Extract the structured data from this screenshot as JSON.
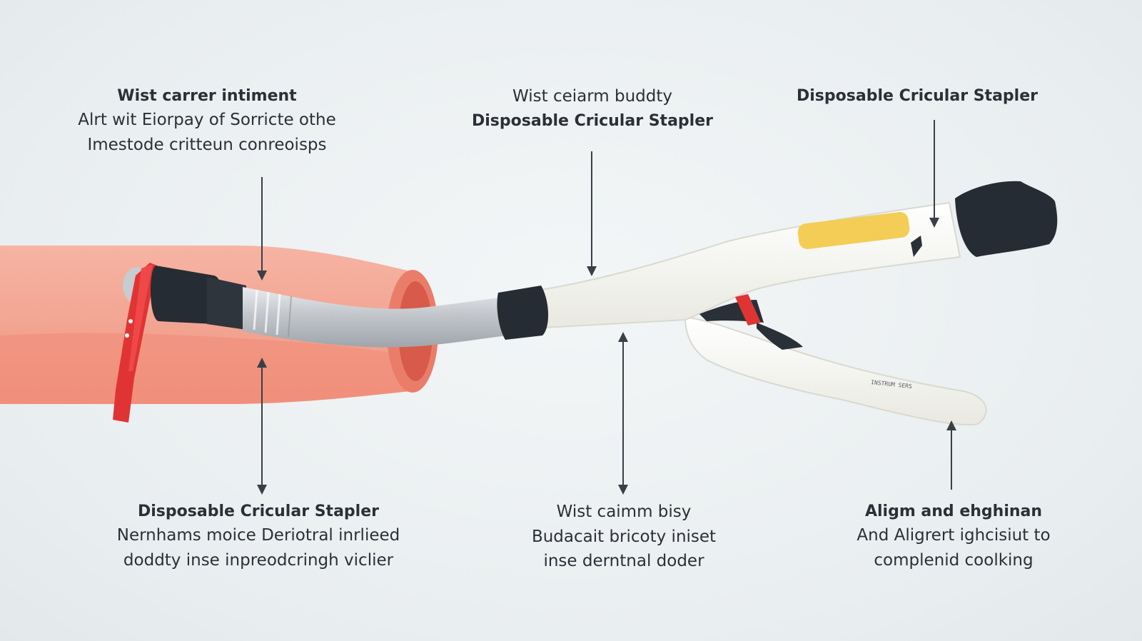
{
  "labels": {
    "top_left": {
      "title": "Wist carrer intiment",
      "line1": "Alrt wit Eiorpay of Sorricte othe",
      "line2": "Imestode critteun conreoisps"
    },
    "top_center": {
      "title": "Wist ceiarm buddty",
      "line1": "Disposable Cricular Stapler"
    },
    "top_right": {
      "title": "Disposable Cricular Stapler"
    },
    "bottom_left": {
      "title": "Disposable Cricular Stapler",
      "line1": "Nernhams moice Deriotral inrlieed",
      "line2": "doddty inse inpreodcringh viclier"
    },
    "bottom_center": {
      "title": "Wist caimm bisy",
      "line1": "Budacait bricoty iniset",
      "line2": "inse derntnal doder"
    },
    "bottom_right": {
      "title": "Aligm and ehghinan",
      "line1": "And Aligrert ighcisiut to",
      "line2": "complenid coolking"
    }
  },
  "handle_marking": "INSTRUM SERS",
  "colors": {
    "tissue": "#f4a593",
    "tissue_dark": "#ea7f6c",
    "device_body": "#f7f7f1",
    "grip": "#2a3037",
    "accent_red": "#e03434",
    "window_yellow": "#f3cd55",
    "shaft": "#c9ccd0"
  },
  "icons": [
    "arrow-down-icon",
    "arrow-up-icon",
    "arrow-bidirectional-icon"
  ]
}
